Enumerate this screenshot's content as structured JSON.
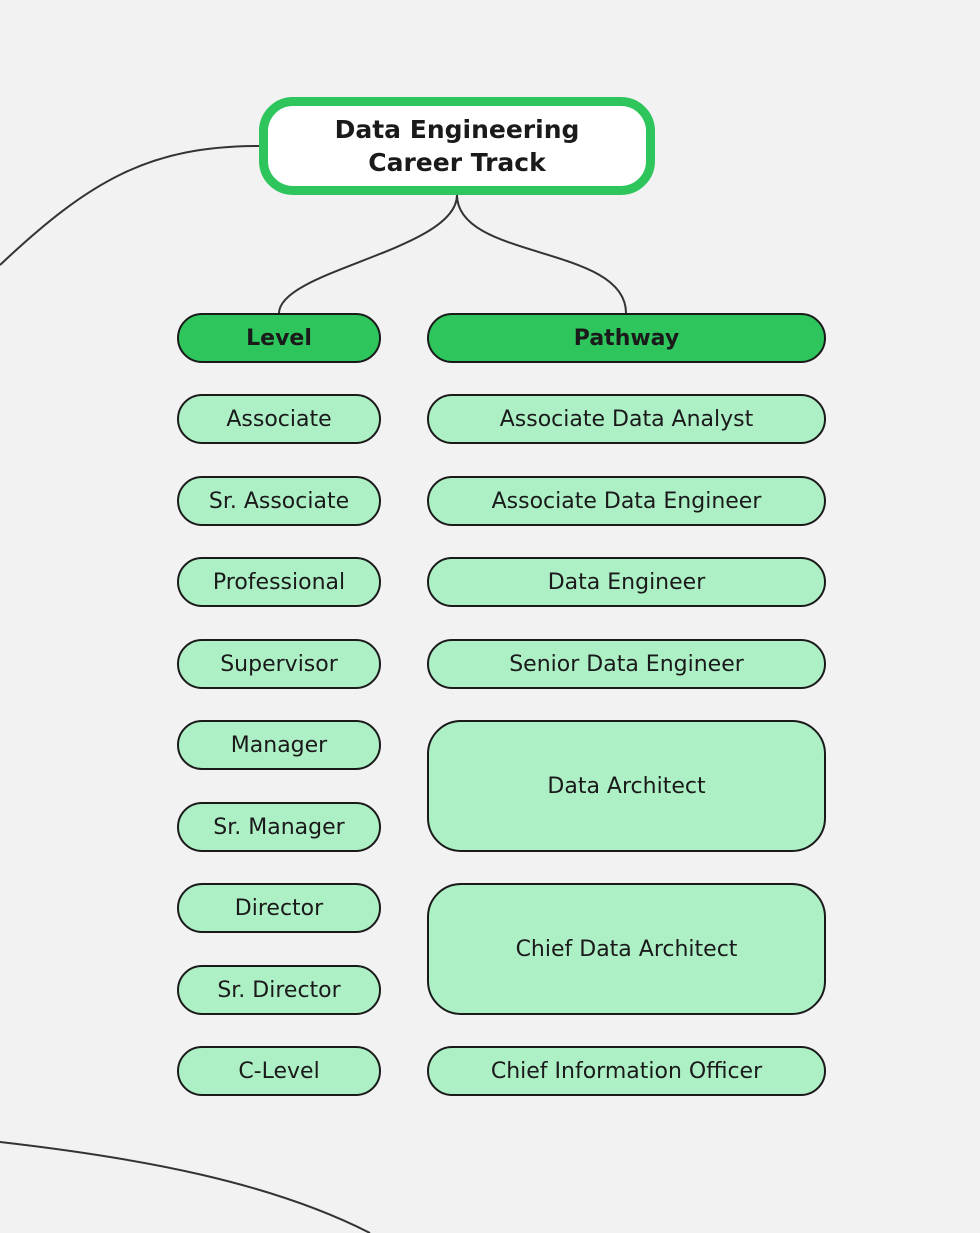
{
  "diagram": {
    "root": {
      "title_line1": "Data Engineering",
      "title_line2": "Career Track"
    },
    "columns": {
      "level": {
        "header": "Level",
        "items": [
          "Associate",
          "Sr. Associate",
          "Professional",
          "Supervisor",
          "Manager",
          "Sr. Manager",
          "Director",
          "Sr. Director",
          "C-Level"
        ]
      },
      "pathway": {
        "header": "Pathway",
        "items": [
          "Associate Data Analyst",
          "Associate Data Engineer",
          "Data Engineer",
          "Senior Data Engineer",
          "Data Architect",
          "Chief Data Architect",
          "Chief Information Officer"
        ]
      }
    },
    "colors": {
      "background": "#f2f2f2",
      "root_border": "#2ec55c",
      "header_fill": "#2ec55c",
      "node_fill": "#aef0c6",
      "outline": "#1a1a1a"
    }
  }
}
